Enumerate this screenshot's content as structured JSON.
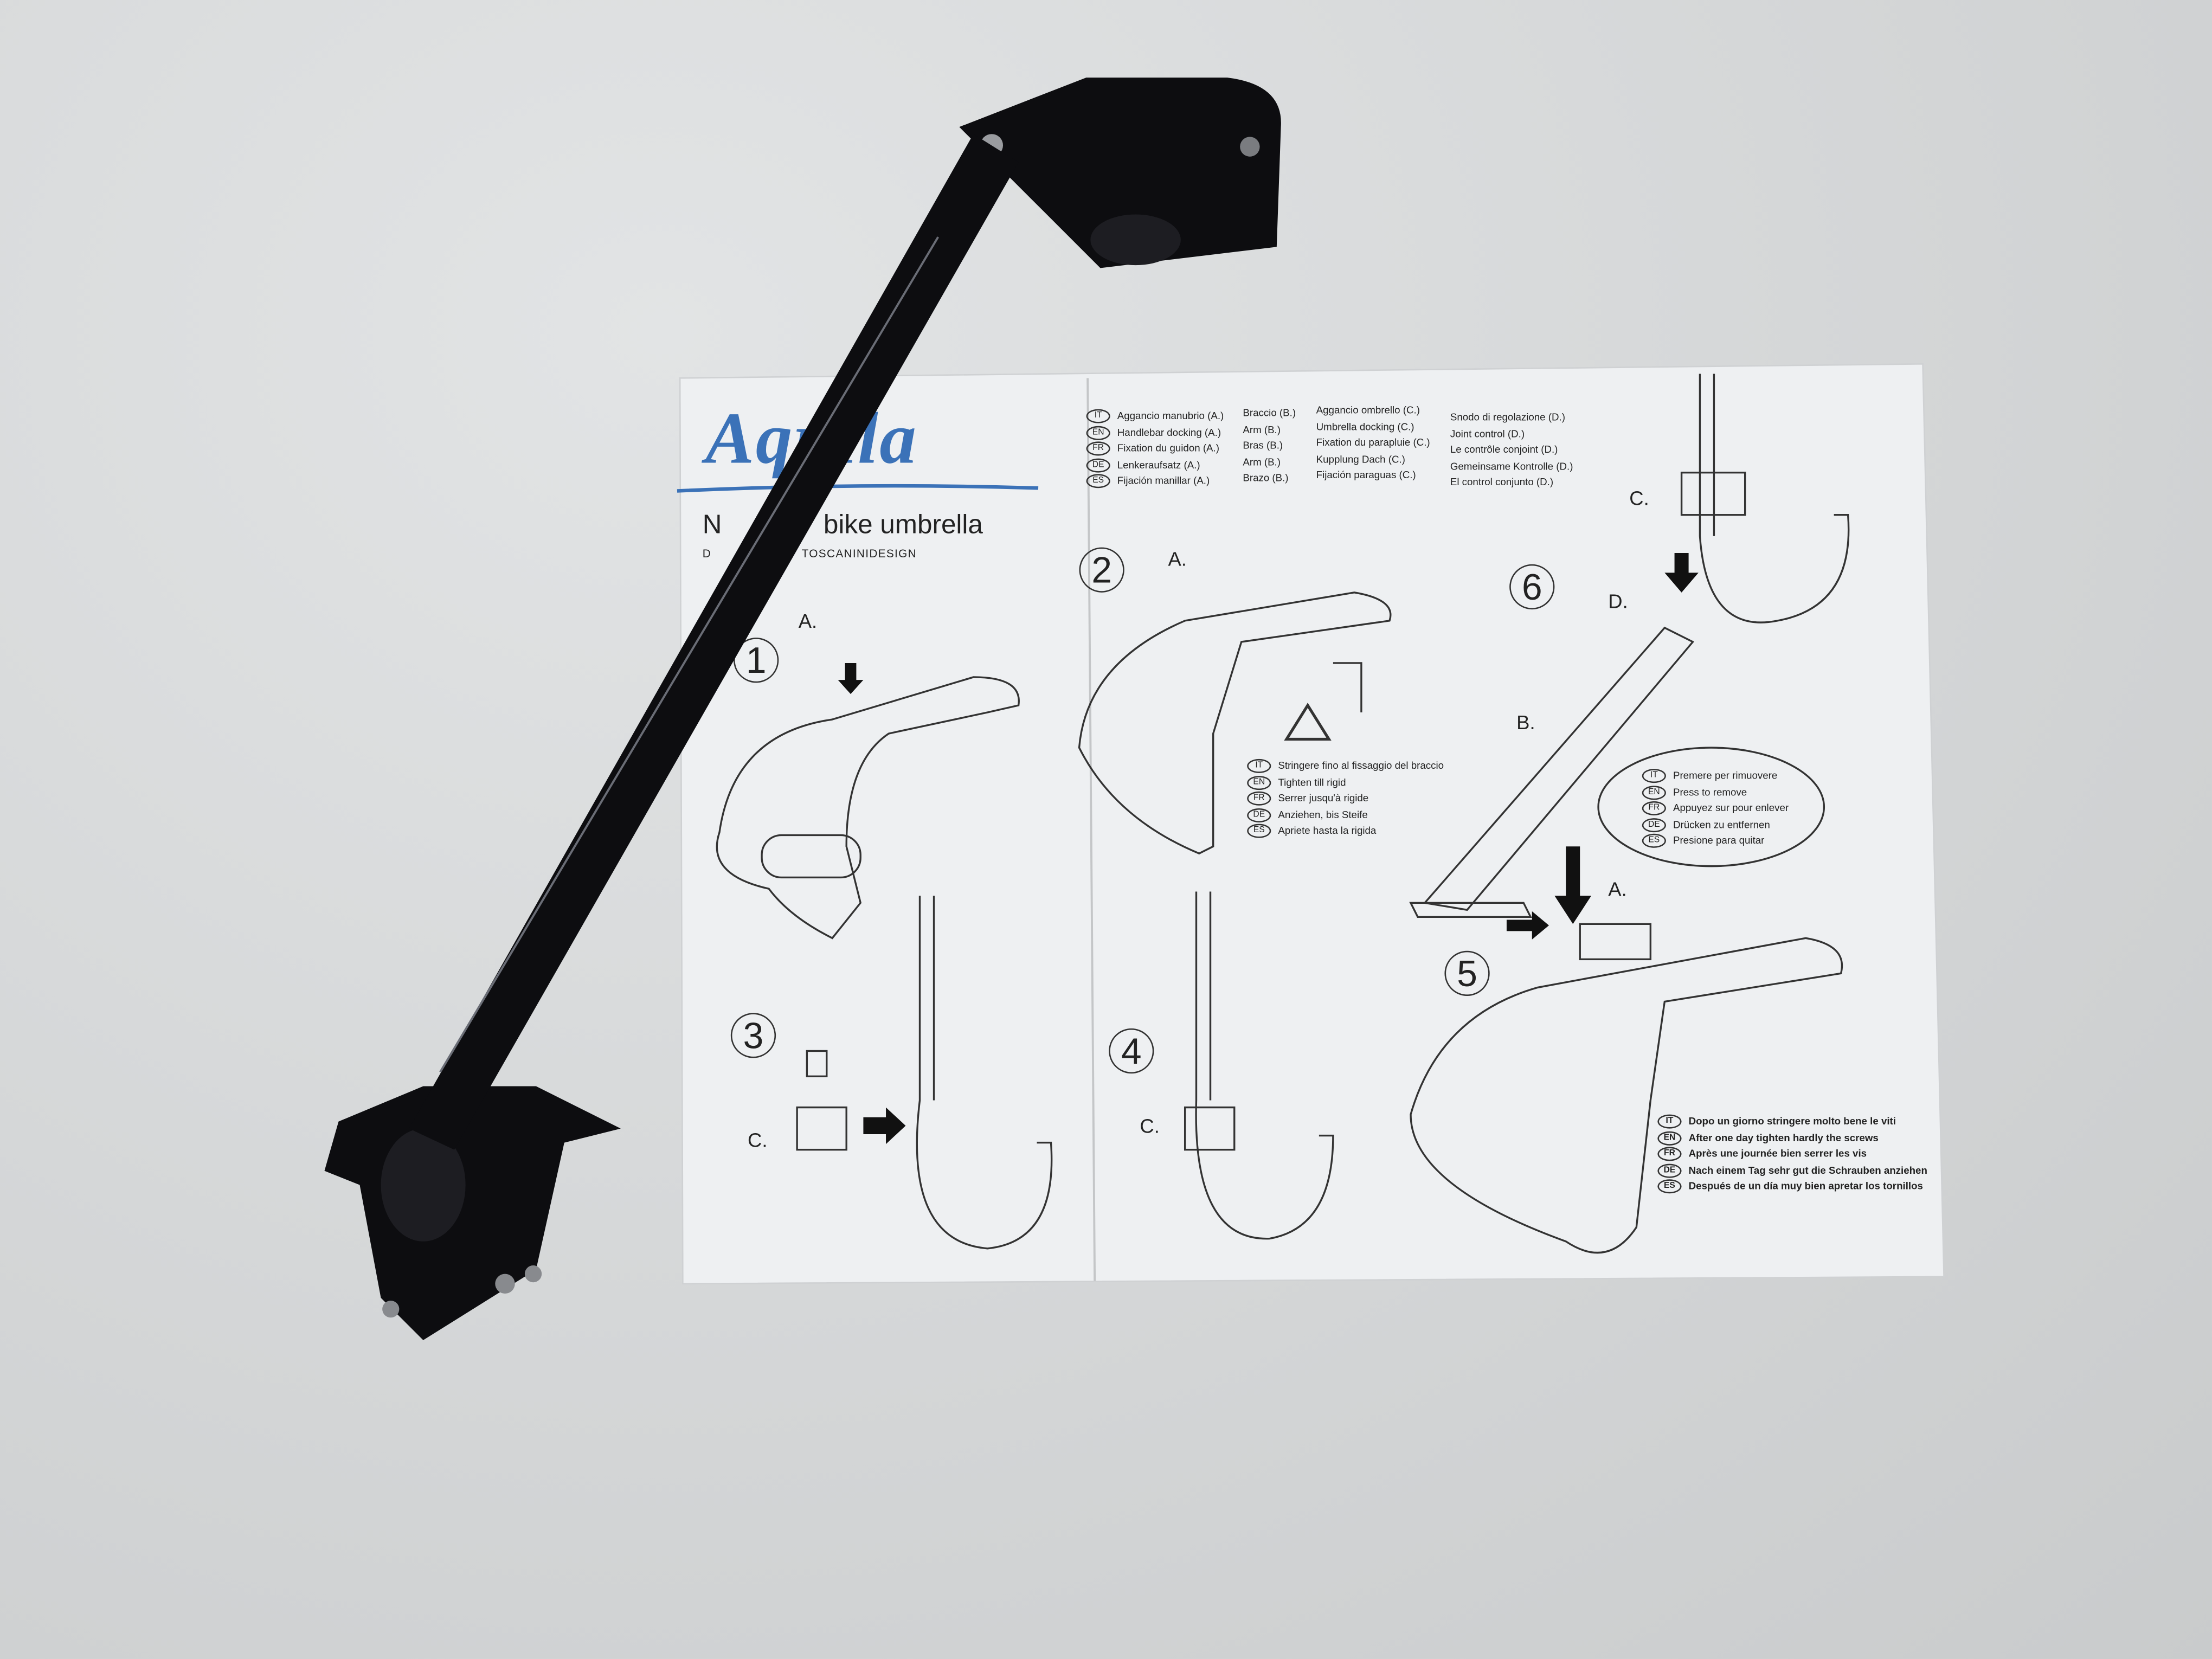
{
  "brand": {
    "logo_text": "Aquila",
    "logo_color": "#3b72b8"
  },
  "title": {
    "left_fragment": "N",
    "right_fragment": "bike umbrella"
  },
  "subtitle": {
    "left_fragment": "D",
    "right_fragment": "TOSCANINIDESIGN"
  },
  "languages": [
    "IT",
    "EN",
    "FR",
    "DE",
    "ES"
  ],
  "parts_legend": {
    "col_a": [
      "Aggancio manubrio (A.)",
      "Handlebar docking (A.)",
      "Fixation du guidon (A.)",
      "Lenkeraufsatz (A.)",
      "Fijación manillar (A.)"
    ],
    "col_b": [
      "Braccio (B.)",
      "Arm (B.)",
      "Bras (B.)",
      "Arm (B.)",
      "Brazo (B.)"
    ],
    "col_c": [
      "Aggancio ombrello (C.)",
      "Umbrella docking (C.)",
      "Fixation du parapluie (C.)",
      "Kupplung Dach (C.)",
      "Fijación paraguas (C.)"
    ],
    "col_d": [
      "Snodo di regolazione (D.)",
      "Joint control (D.)",
      "Le contrôle conjoint (D.)",
      "Gemeinsame Kontrolle (D.)",
      "El control conjunto (D.)"
    ]
  },
  "steps": {
    "s1": {
      "number": "1",
      "letter": "A."
    },
    "s2": {
      "number": "2",
      "letter": "A."
    },
    "s3": {
      "number": "3",
      "letter": "C."
    },
    "s4": {
      "number": "4",
      "letter": "C."
    },
    "s5": {
      "number": "5",
      "letter": "A."
    },
    "s6": {
      "number": "6",
      "letter_c": "C.",
      "letter_d": "D.",
      "letter_b": "B."
    }
  },
  "warning_step2": [
    "Stringere fino al fissaggio del braccio",
    "Tighten till rigid",
    "Serrer jusqu'à rigide",
    "Anziehen, bis Steife",
    "Apriete hasta la rigida"
  ],
  "press_to_remove": [
    "Premere per rimuovere",
    "Press to remove",
    "Appuyez sur pour enlever",
    "Drücken zu entfernen",
    "Presione para quitar"
  ],
  "tighten_note": [
    "Dopo un giorno stringere molto bene le viti",
    "After one day tighten hardly the screws",
    "Après une journée bien serrer les vis",
    "Nach einem Tag sehr gut die Schrauben anziehen",
    "Después de un día muy bien apretar los tornillos"
  ],
  "icons": {
    "warning": "warning-triangle-icon",
    "arrow": "arrow-icon"
  }
}
